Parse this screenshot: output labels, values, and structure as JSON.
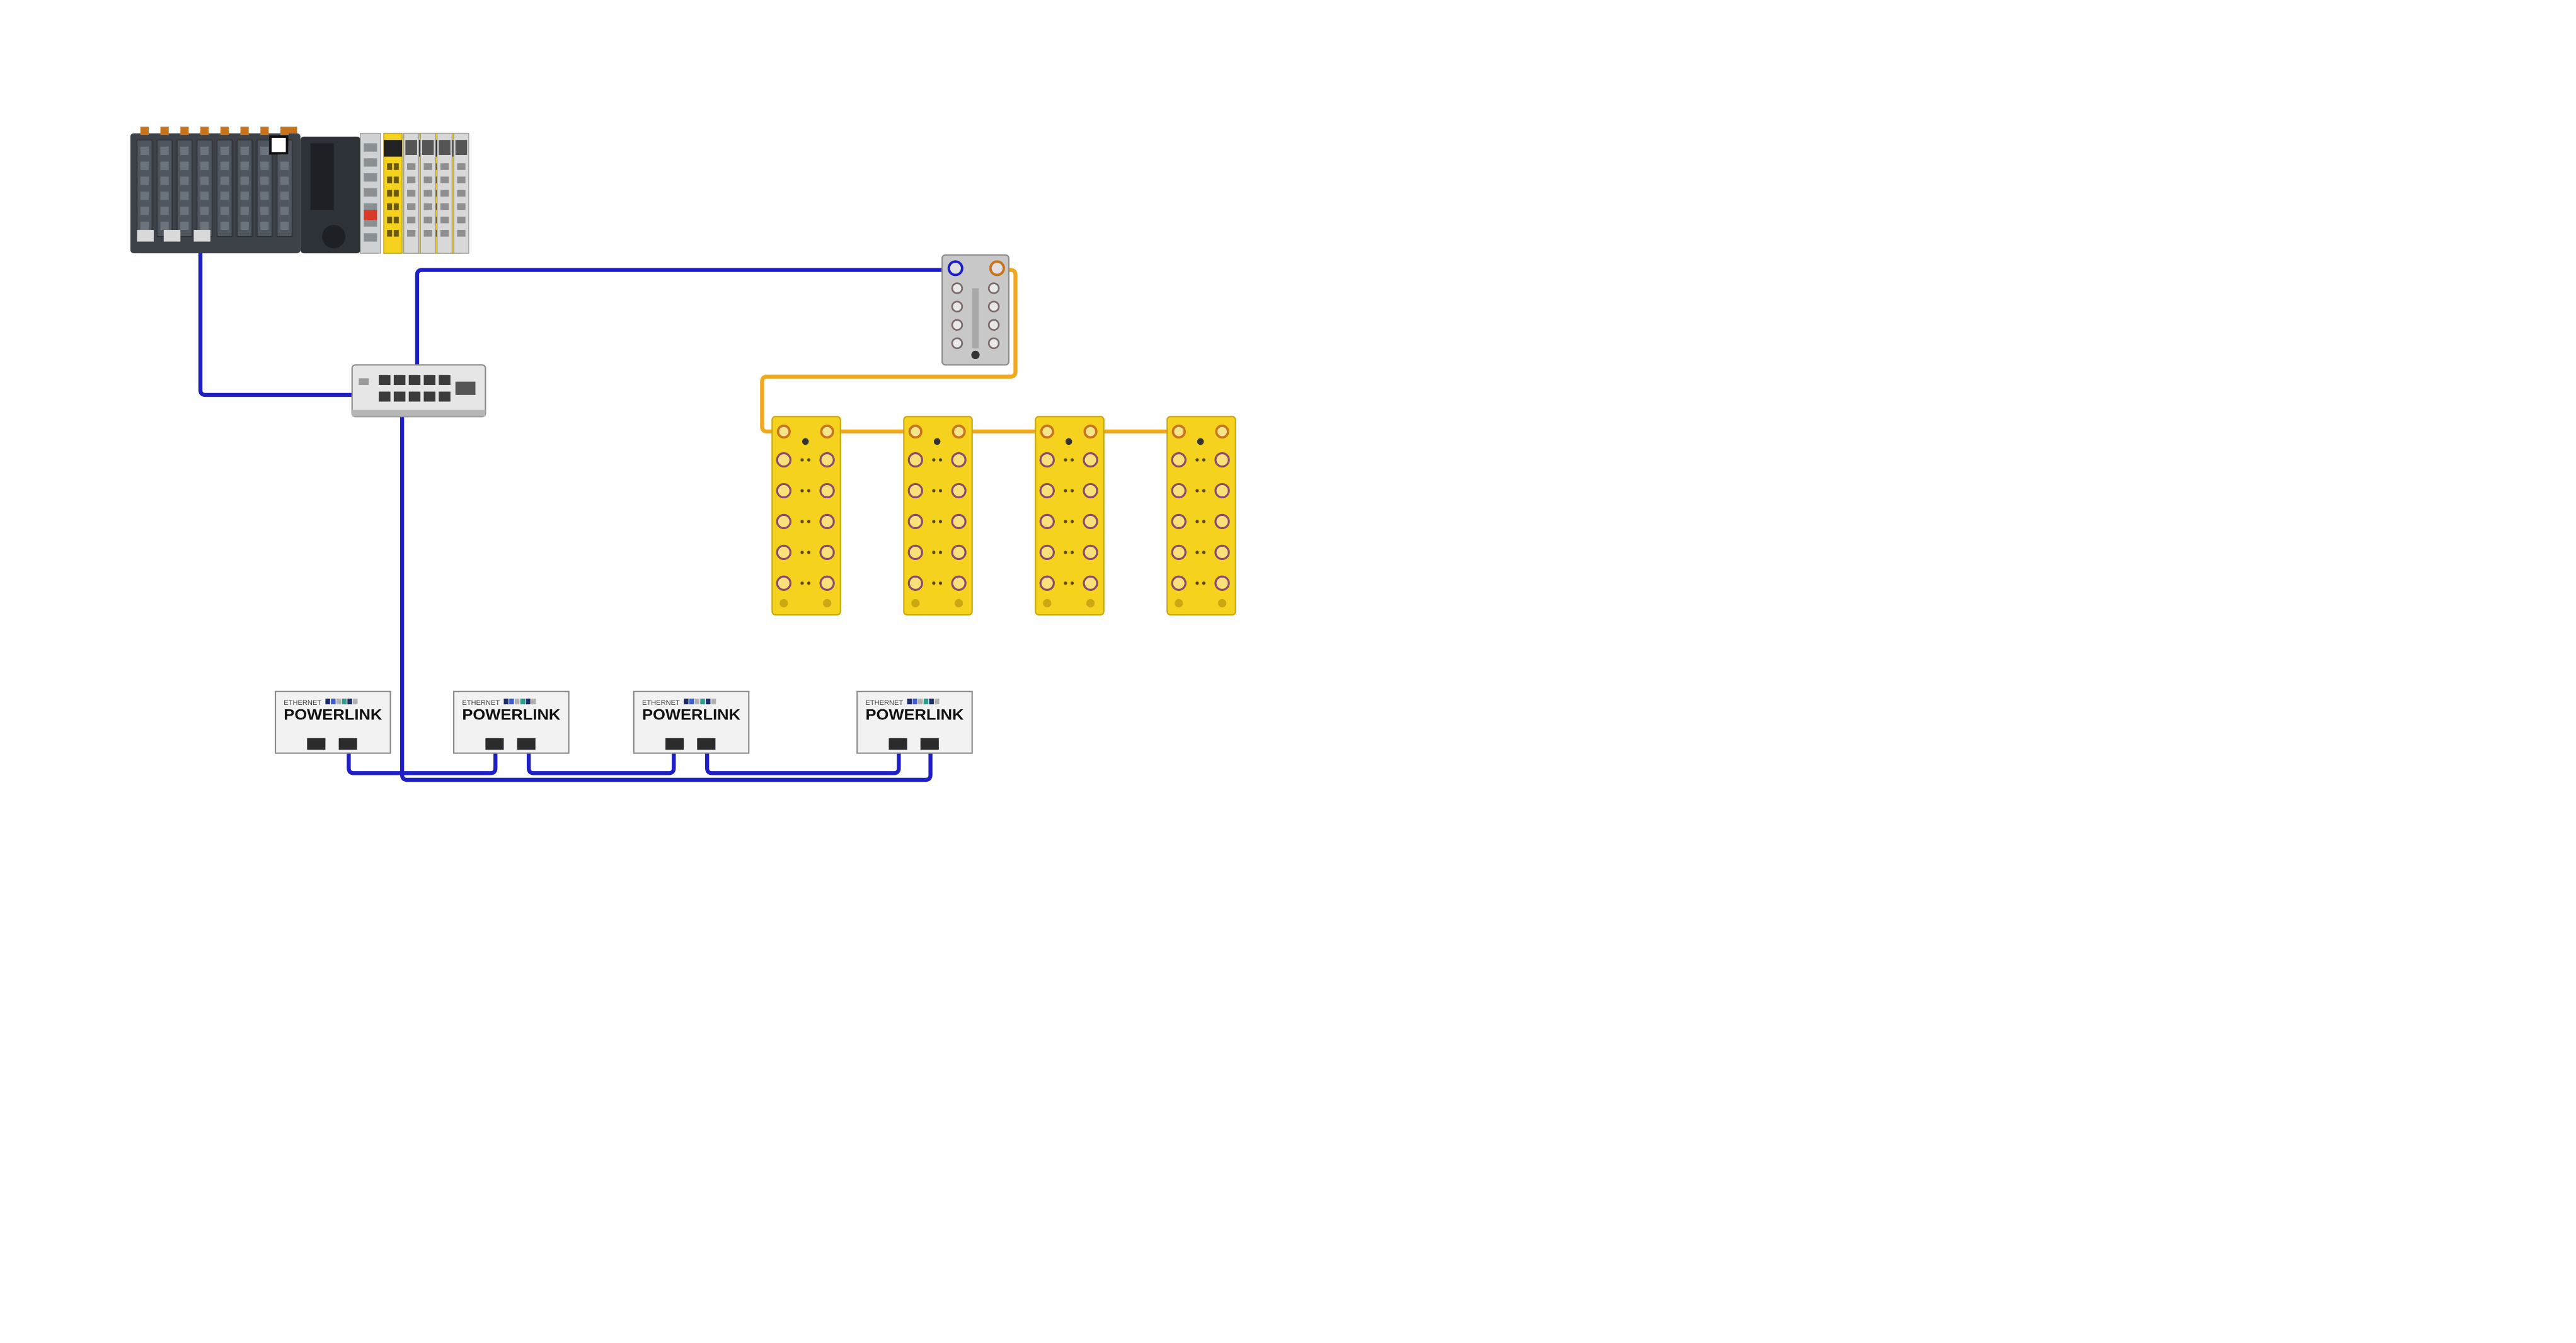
{
  "diagram": {
    "colors": {
      "powerlink_cable": "#1f1fc8",
      "safety_cable": "#f0a81e",
      "safety_yellow": "#f5d21e",
      "plc_dark": "#3c4248",
      "module_grey": "#c8c8c8",
      "connector_orange": "#c8741e"
    },
    "nodes": [
      {
        "id": "plc",
        "kind": "controller-rack",
        "icon": "plc-controller-icon"
      },
      {
        "id": "switch",
        "kind": "ethernet-switch",
        "icon": "switch-icon"
      },
      {
        "id": "bus-coupler",
        "kind": "io-bus-coupler",
        "icon": "bus-coupler-icon"
      },
      {
        "id": "safe-io-1",
        "kind": "safety-io-module",
        "icon": "safety-io-icon"
      },
      {
        "id": "safe-io-2",
        "kind": "safety-io-module",
        "icon": "safety-io-icon"
      },
      {
        "id": "safe-io-3",
        "kind": "safety-io-module",
        "icon": "safety-io-icon"
      },
      {
        "id": "safe-io-4",
        "kind": "safety-io-module",
        "icon": "safety-io-icon"
      },
      {
        "id": "powerlink-1",
        "kind": "powerlink-node",
        "icon": "powerlink-node-icon"
      },
      {
        "id": "powerlink-2",
        "kind": "powerlink-node",
        "icon": "powerlink-node-icon"
      },
      {
        "id": "powerlink-3",
        "kind": "powerlink-node",
        "icon": "powerlink-node-icon"
      },
      {
        "id": "powerlink-4",
        "kind": "powerlink-node",
        "icon": "powerlink-node-icon"
      }
    ],
    "powerlink_logo": {
      "top_text": "ETHERNET",
      "main_text": "POWERLINK"
    },
    "links": [
      {
        "from": "plc",
        "to": "switch",
        "type": "powerlink"
      },
      {
        "from": "switch",
        "to": "bus-coupler",
        "type": "powerlink"
      },
      {
        "from": "switch",
        "to": "powerlink-1",
        "type": "powerlink"
      },
      {
        "from": "powerlink-1",
        "to": "powerlink-2",
        "type": "powerlink"
      },
      {
        "from": "powerlink-2",
        "to": "powerlink-3",
        "type": "powerlink"
      },
      {
        "from": "powerlink-3",
        "to": "powerlink-4",
        "type": "powerlink"
      },
      {
        "from": "bus-coupler",
        "to": "safe-io-1",
        "type": "safety"
      },
      {
        "from": "safe-io-1",
        "to": "safe-io-2",
        "type": "safety"
      },
      {
        "from": "safe-io-2",
        "to": "safe-io-3",
        "type": "safety"
      },
      {
        "from": "safe-io-3",
        "to": "safe-io-4",
        "type": "safety"
      }
    ]
  }
}
